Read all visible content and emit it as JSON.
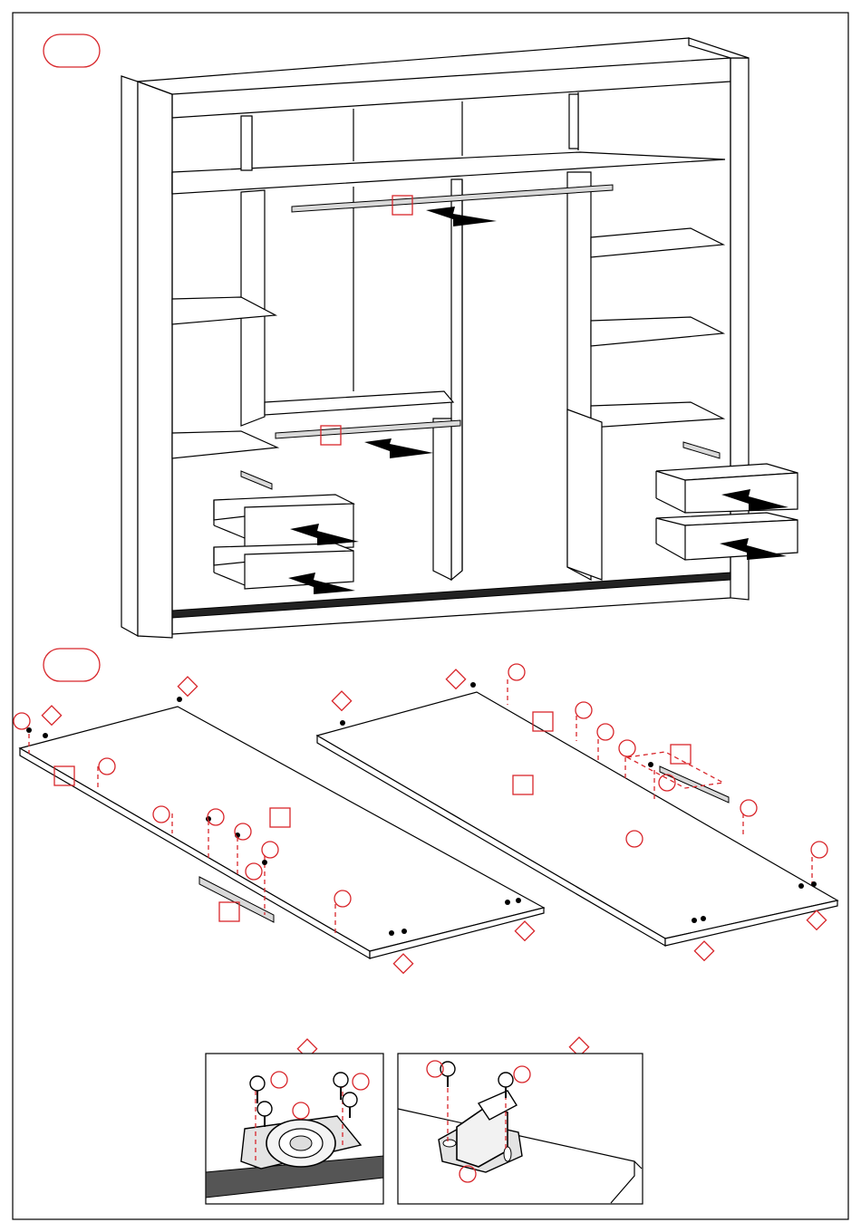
{
  "colors": {
    "accent": "#d8262b",
    "ink": "#000000",
    "shade": "#d9d9d9"
  },
  "step1": {
    "badge_label": "",
    "arrows": 6,
    "square_callouts": 2
  },
  "step2": {
    "badge_label": ""
  },
  "detail_boxes": [
    {
      "id": "runner-plate",
      "callout_label": ""
    },
    {
      "id": "top-guide-bracket",
      "callout_label": ""
    }
  ],
  "icons": {
    "arrow": "push-arrow-icon",
    "screw": "screw-icon",
    "callout_circle": "callout-circle",
    "callout_square": "callout-square",
    "callout_diamond": "callout-diamond"
  }
}
